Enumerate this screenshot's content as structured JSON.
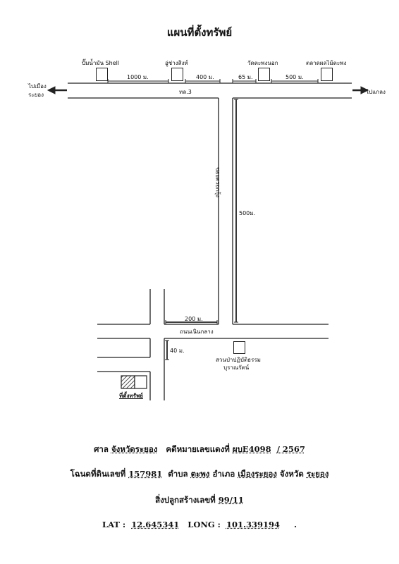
{
  "title": "แผนที่ตั้งทรัพย์",
  "landmarks": {
    "shell": "ปั๊มน้ำมัน Shell",
    "garage": "อู่ช่างสิงห์",
    "temple": "วัดตะพงนอก",
    "market": "ตลาดผลไม้ตะพง",
    "park": "สวนป่าปฏิบัติธรรม",
    "park_line2": "บุราณรัตน์",
    "property": "ที่ตั้งทรัพย์"
  },
  "roads": {
    "main": "ทล.3",
    "soi": "ซอยตรอกกุ้ง",
    "lower": "ถนนเนินกลาง"
  },
  "directions": {
    "left_line1": "ไปเมือง",
    "left_line2": "ระยอง",
    "right": "ไปแกลง"
  },
  "distances": {
    "d1": "1000 ม.",
    "d2": "400 ม.",
    "d3": "65 ม.",
    "d4": "500 ม.",
    "soi_len": "500ม.",
    "lower_len": "200 ม.",
    "prop_len": "40 ม."
  },
  "footer": {
    "court_label": "ศาล",
    "court_value": "จังหวัดระยอง",
    "case_label": "คดีหมายเลขแดงที่",
    "case_value": "ผบE4098",
    "case_year": "/ 2567",
    "deed_label": "โฉนดที่ดินเลขที่",
    "deed_value": "157981",
    "tambon_label": "ตำบล",
    "tambon_value": "ตะพง",
    "amphoe_label": "อำเภอ",
    "amphoe_value": "เมืองระยอง",
    "province_label": "จังหวัด",
    "province_value": "ระยอง",
    "building_label": "สิ่งปลูกสร้างเลขที่",
    "building_value": "99/11",
    "lat_label": "LAT :",
    "lat_value": "12.645341",
    "long_label": "LONG :",
    "long_value": "101.339194",
    "end": "."
  }
}
